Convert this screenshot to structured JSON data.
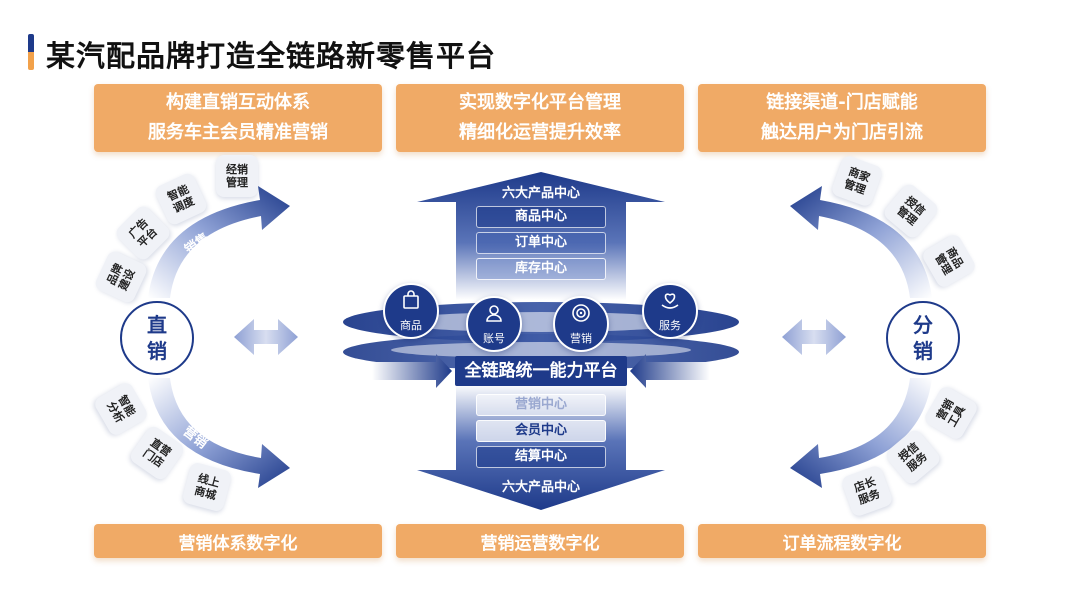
{
  "title": "某汽配品牌打造全链路新零售平台",
  "top_boxes": [
    {
      "line1": "构建直销互动体系",
      "line2": "服务车主会员精准营销"
    },
    {
      "line1": "实现数字化平台管理",
      "line2": "精细化运营提升效率"
    },
    {
      "line1": "链接渠道-门店赋能",
      "line2": "触达用户为门店引流"
    }
  ],
  "bottom_boxes": [
    "营销体系数字化",
    "营销运营数字化",
    "订单流程数字化"
  ],
  "left": {
    "node": {
      "line1": "直",
      "line2": "销"
    },
    "upper_arc_label": "销售",
    "lower_arc_label": "营销",
    "upper_chips": [
      {
        "line1": "经销",
        "line2": "管理"
      },
      {
        "line1": "智能",
        "line2": "调度"
      },
      {
        "line1": "广告",
        "line2": "平台"
      },
      {
        "line1": "品牌",
        "line2": "建设"
      }
    ],
    "lower_chips": [
      {
        "line1": "智能",
        "line2": "分析"
      },
      {
        "line1": "直营",
        "line2": "门店"
      },
      {
        "line1": "线上",
        "line2": "商城"
      }
    ]
  },
  "right": {
    "node": {
      "line1": "分",
      "line2": "销"
    },
    "upper_chips": [
      {
        "line1": "商家",
        "line2": "管理"
      },
      {
        "line1": "授信",
        "line2": "管理"
      },
      {
        "line1": "商品",
        "line2": "管理"
      }
    ],
    "lower_chips": [
      {
        "line1": "营销",
        "line2": "工具"
      },
      {
        "line1": "授信",
        "line2": "服务"
      },
      {
        "line1": "店长",
        "line2": "服务"
      }
    ]
  },
  "center": {
    "top_header": "六大产品中心",
    "top_items": [
      "商品中心",
      "订单中心",
      "库存中心"
    ],
    "bottom_items": [
      "营销中心",
      "会员中心",
      "结算中心"
    ],
    "bottom_header": "六大产品中心",
    "platform": "全链路统一能力平台",
    "icons": [
      {
        "icon": "shopping-bag-icon",
        "label": "商品"
      },
      {
        "icon": "user-icon",
        "label": "账号"
      },
      {
        "icon": "target-icon",
        "label": "营销"
      },
      {
        "icon": "heart-hand-icon",
        "label": "服务"
      }
    ]
  },
  "colors": {
    "navy": "#1e3a8a",
    "orange": "#f0aa66",
    "chip_bg": "#f0f2f7"
  }
}
